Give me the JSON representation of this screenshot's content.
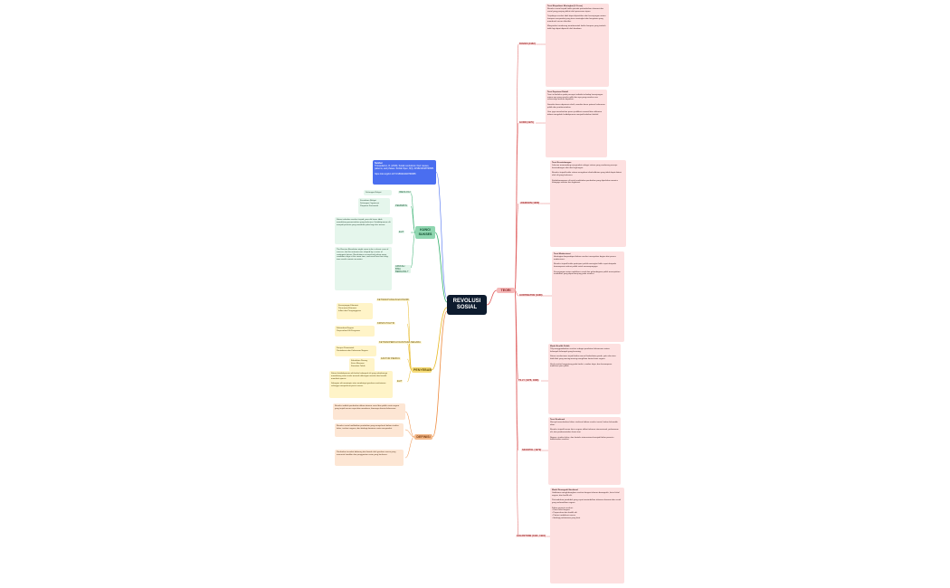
{
  "central": {
    "title": "REVOLUSI SOSIAL"
  },
  "sumber": {
    "label": "Sumber",
    "text": "Tirtosudarmo, R. (2018). Sosial revolutions: their causes, patterns, and phases. SAGE Open, 8(3), 2158244018790685.\n\nhttps://doi.org/10.1177/2158244018790685"
  },
  "branches": {
    "teori": "TEORI",
    "kunci": "KUNCI SUKSES",
    "penyebab": "PENYEBAB",
    "definisi": "DEFINISI"
  },
  "teori": [
    {
      "label": "DAVIES (1962)",
      "title": "Teori Ekspektasi Meningkat (J-Curve)",
      "text": "Revolusi sosial terjadi ketika periode pertumbuhan ekonomi dan sosial yang panjang diikuti oleh penurunan tajam.\n\nTerjadinya revolusi tidak dapat dipisahkan dari kesenjangan antara harapan masyarakat yang terus meningkat dan kenyataan yang memburuk secara tiba-tiba.\n\nMasyarakat cenderung memberontak ketika harapan yang tumbuh tidak lagi dapat dipenuhi oleh keadaan."
    },
    {
      "label": "GURR (1970)",
      "title": "Teori Deprivasi Relatif",
      "text": "Teori ini berfokus pada persepsi individu terhadap kesenjangan antara apa yang mereka miliki dan apa yang mereka rasa seharusnya mereka dapatkan.\n\nSemakin besar deprivasi relatif, semakin besar potensi kekerasan politik dan pemberontakan.\n\nGurr juga menekankan peran justifikasi normatif dan utilitarian dalam mengubah ketidakpuasan menjadi tindakan kolektif."
    },
    {
      "label": "JOHNSON (1966)",
      "title": "Teori Keseimbangan",
      "text": "Johnson memandang masyarakat sebagai sistem yang cenderung menuju keseimbangan nilai dan lingkungan.\n\nRevolusi terjadi ketika sistem mengalami disekuilibrium yang tidak dapat diatasi oleh elit yang berkuasa.\n\nKetidakmampuan elit untuk melakukan perubahan yang diperlukan memicu hilangnya otoritas dan legitimasi."
    },
    {
      "label": "HUNTINGTON (1968)",
      "title": "Teori Modernisasi",
      "text": "Huntington berpendapat bahwa revolusi merupakan bagian dari proses modernisasi.\n\nRevolusi terjadi ketika partisipasi politik meningkat lebih cepat daripada kemampuan institusi politik untuk menampungnya.\n\nKesenjangan antara mobilisasi sosial dan pelembagaan politik menciptakan instabilitas yang dapat berujung pada revolusi."
    },
    {
      "label": "TILLY (1978, 1996)",
      "title": "Model Konflik Politik",
      "text": "Tilly menggambarkan revolusi sebagai perebutan kekuasaan antara kelompok-kelompok yang bersaing.\n\nSituasi revolusioner terjadi ketika muncul kedaulatan ganda, yaitu dua atau lebih blok yang masing-masing mengklaim kontrol atas negara.\n\nHasil revolusi bergantung pada koalisi, sumber daya, dan kemampuan mobilisasi para pihak."
    },
    {
      "label": "SKOCPOL (1979)",
      "title": "Teori Struktural",
      "text": "Skocpol menekankan faktor struktural dalam revolusi sosial, bukan kehendak aktor.\n\nRevolusi terjadi karena krisis negara akibat tekanan internasional, perlawanan elit, dan pemberontakan kaum tani.\n\nNegara, struktur kelas, dan konteks internasional menjadi faktor penentu keberhasilan revolusi."
    },
    {
      "label": "GOLDSTONE (1991, 1994)",
      "title": "Model Demografi-Struktural",
      "text": "Goldstone menghubungkan revolusi dengan tekanan demografis, krisis fiskal negara, dan konflik elit.\n\nPertumbuhan penduduk yang cepat menimbulkan tekanan ekonomi dan sosial yang melemahkan negara.\n\nFaktor penentu revolusi:\n• Krisis fiskal negara\n• Perpecahan dan konflik elit\n• Potensi mobilisasi massa\n• Ideologi perlawanan yang kuat"
    }
  ],
  "kunci": {
    "items": [
      {
        "label": "IDEOLOGI",
        "detail": "Dukungan Rakyat"
      },
      {
        "label": "PEMIMPIN",
        "detail": "Kesediaan Rakyat\nDukungan Organisasi\nPimpinan Karismatik"
      },
      {
        "label": "ELIT",
        "detail": "Situasi sebelum revolusi terjadi, para elit harus tidak mendukung pemerintahan yang berkuasa. Ketidakpuasan elit menjadi penentu yang membuka jalan bagi aksi massa."
      },
      {
        "label": "APAKAH BISA BERHASIL?",
        "detail": "The Russian Revolution might seem to be a classic case of success, but the outcome was shaped by a series of contingent factors. Revolutions succeed only when many conditions align at the same time, and even then their long-term results remain uncertain."
      }
    ]
  },
  "penyebab": {
    "items": [
      {
        "label": "KETIDAKPUASAN EKONOMI",
        "detail": "Kesenjangan Ekonomi\nPenurunan Ekonomi\nInflasi dan Pengangguran"
      },
      {
        "label": "KRISIS POLITIK",
        "detail": "Kelemahan Negara\nPerpecahan Elit Penguasa"
      },
      {
        "label": "KETIDAKPERCAYAAN PADA NEGARA",
        "detail": "Korupsi Pemerintah\nPenindasan dan Kekerasan Negara"
      },
      {
        "label": "FAKTOR PEMICU",
        "detail": "Kekalahan Perang\nKrisis Ekonomi\nKematian Tokoh"
      },
      {
        "label": "ELIT",
        "detail": "Situasi ketidakpuasan elit ketika kelompok elit yang sebelumnya mendukung rezim mulai menarik dukungan mereka dan beralih memihak oposisi.\n\nSebagian elit memimpin atau membiayai gerakan revolusioner sehingga memperkuat posisi massa."
      }
    ]
  },
  "definisi": [
    "Revolusi adalah perubahan dalam tatanan sosial dan politik suatu negara yang terjadi secara cepat dan mendasar, biasanya disertai kekerasan.",
    "Revolusi sosial melibatkan perubahan yang menyeluruh dalam struktur kelas, institusi negara, dan ideologi dominan suatu masyarakat.",
    "Perubahan tersebut didorong dari bawah oleh gerakan massa yang menuntut keadilan dan penggantian rezim yang berkuasa."
  ],
  "colors": {
    "central": "#0d1b2e",
    "teori": "#e05a5a",
    "kunci": "#2fae6a",
    "penyebab": "#e8b820",
    "definisi": "#ee8a3c",
    "sumber": "#4a6ef0"
  }
}
